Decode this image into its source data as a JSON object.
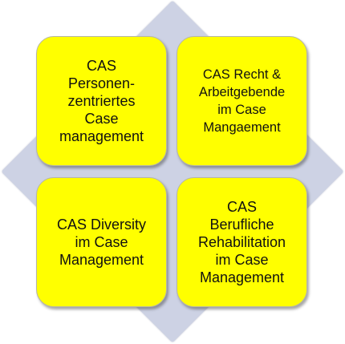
{
  "diagram": {
    "colors": {
      "box_fill": "#ffff00",
      "background_diamond": "#cdd2e4"
    },
    "boxes": [
      {
        "lines": [
          "CAS",
          "Personen-",
          "zentriertes",
          "Case",
          "management"
        ]
      },
      {
        "lines": [
          "CAS Recht &",
          "Arbeitgebende",
          "im Case",
          "Mangaement"
        ]
      },
      {
        "lines": [
          "CAS Diversity",
          "im Case",
          "Management"
        ]
      },
      {
        "lines": [
          "CAS",
          "Berufliche",
          "Rehabilitation",
          "im Case",
          "Management"
        ]
      }
    ]
  }
}
